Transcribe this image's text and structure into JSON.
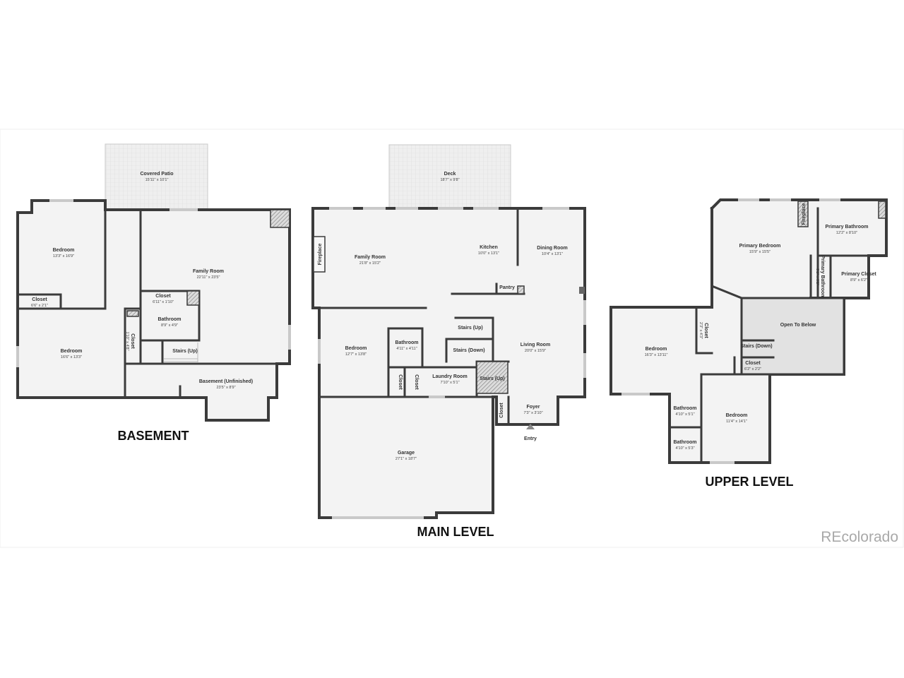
{
  "levels": {
    "basement": "BASEMENT",
    "main": "MAIN LEVEL",
    "upper": "UPPER LEVEL"
  },
  "brand": "REcolorado",
  "entry_label": "Entry",
  "rooms": {
    "b_patio": {
      "name": "Covered Patio",
      "dim": "15'11\" x 10'1\""
    },
    "b_bed1": {
      "name": "Bedroom",
      "dim": "13'3\" x 16'9\""
    },
    "b_family": {
      "name": "Family Room",
      "dim": "22'11\" x 23'5\""
    },
    "b_closet_small": {
      "name": "Closet",
      "dim": "6'6\" x 2'1\""
    },
    "b_closet_mid": {
      "name": "Closet",
      "dim": "6'11\" x 1'10\""
    },
    "b_bath": {
      "name": "Bathroom",
      "dim": "8'9\" x 4'9\""
    },
    "b_closet_vert": {
      "name": "Closet",
      "dim": "1'10\" x 4'8\""
    },
    "b_bed2": {
      "name": "Bedroom",
      "dim": "16'6\" x 13'3\""
    },
    "b_stairs": {
      "name": "Stairs (Up)"
    },
    "b_unfinished": {
      "name": "Basement (Unfinished)",
      "dim": "23'5\" x 8'9\""
    },
    "m_deck": {
      "name": "Deck",
      "dim": "18'7\" x 9'8\""
    },
    "m_family": {
      "name": "Family Room",
      "dim": "21'8\" x 15'2\""
    },
    "m_fireplace": {
      "name": "Fireplace"
    },
    "m_kitchen": {
      "name": "Kitchen",
      "dim": "10'0\" x 13'1\""
    },
    "m_dining": {
      "name": "Dining Room",
      "dim": "10'4\" x 13'1\""
    },
    "m_pantry": {
      "name": "Pantry"
    },
    "m_stairs_up1": {
      "name": "Stairs (Up)"
    },
    "m_stairs_down": {
      "name": "Stairs (Down)"
    },
    "m_bath": {
      "name": "Bathroom",
      "dim": "4'11\" x 4'11\""
    },
    "m_bed": {
      "name": "Bedroom",
      "dim": "12'7\" x 13'8\""
    },
    "m_living": {
      "name": "Living Room",
      "dim": "20'0\" x 15'9\""
    },
    "m_closet1": {
      "name": "Closet"
    },
    "m_closet2": {
      "name": "Closet"
    },
    "m_laundry": {
      "name": "Laundry Room",
      "dim": "7'10\" x 5'1\""
    },
    "m_stairs_up2": {
      "name": "Stairs (Up)"
    },
    "m_closet3": {
      "name": "Closet"
    },
    "m_foyer": {
      "name": "Foyer",
      "dim": "7'3\" x 3'10\""
    },
    "m_garage": {
      "name": "Garage",
      "dim": "27'1\" x 18'7\""
    },
    "u_fireplace": {
      "name": "Fireplace"
    },
    "u_pbath": {
      "name": "Primary Bathroom",
      "dim": "12'2\" x 8'10\""
    },
    "u_pbed": {
      "name": "Primary Bedroom",
      "dim": "15'9\" x 15'5\""
    },
    "u_pbath_small": {
      "name": "Primary Bathroom",
      "dim": "3'1\" x 6'2\""
    },
    "u_pcloset": {
      "name": "Primary Closet",
      "dim": "8'9\" x 6'2\""
    },
    "u_open": {
      "name": "Open To Below"
    },
    "u_bed1": {
      "name": "Bedroom",
      "dim": "16'3\" x 13'11\""
    },
    "u_closet_vert": {
      "name": "Closet",
      "dim": "2'3\" x 4'3\""
    },
    "u_stairs": {
      "name": "Stairs (Down)"
    },
    "u_closet": {
      "name": "Closet",
      "dim": "6'2\" x 2'2\""
    },
    "u_bath1": {
      "name": "Bathroom",
      "dim": "4'10\" x 5'1\""
    },
    "u_bath2": {
      "name": "Bathroom",
      "dim": "4'10\" x 5'3\""
    },
    "u_bed2": {
      "name": "Bedroom",
      "dim": "11'4\" x 14'1\""
    }
  }
}
